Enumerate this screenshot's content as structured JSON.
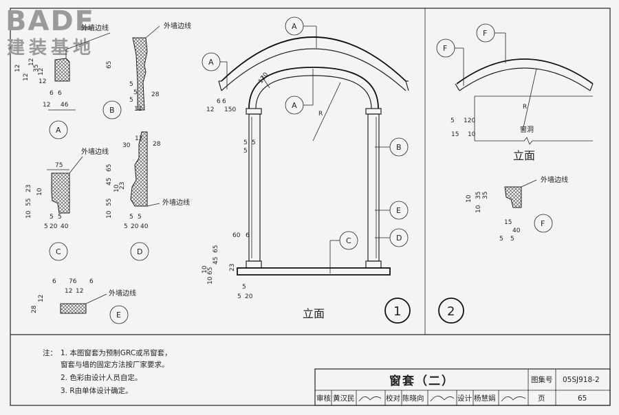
{
  "brand": {
    "logo_text": "BADE",
    "logo_sub": "建装基地"
  },
  "labels": {
    "outer_wall": "外墙边线",
    "elevation": "立面",
    "window_opening": "窗洞",
    "radius": "R"
  },
  "sections": {
    "A": {
      "tag": "A",
      "dims": [
        "12",
        "12",
        "12",
        "35",
        "12",
        "6",
        "6",
        "12",
        "12",
        "46"
      ]
    },
    "B": {
      "tag": "B",
      "dims": [
        "65",
        "5",
        "5",
        "5",
        "28",
        "12"
      ]
    },
    "C": {
      "tag": "C",
      "dims": [
        "75",
        "23",
        "10",
        "55",
        "10",
        "5",
        "5",
        "5",
        "20",
        "40"
      ]
    },
    "D": {
      "tag": "D",
      "dims": [
        "30",
        "12",
        "28",
        "65",
        "45",
        "23",
        "10",
        "55",
        "10",
        "5",
        "5",
        "5",
        "20",
        "40"
      ]
    },
    "E": {
      "tag": "E",
      "dims": [
        "6",
        "76",
        "6",
        "12",
        "12",
        "28",
        "12"
      ]
    },
    "F": {
      "tag": "F",
      "dims": [
        "10",
        "35",
        "10",
        "35",
        "15",
        "5",
        "5",
        "40"
      ]
    }
  },
  "elev1": {
    "number": "1",
    "dims": [
      "12",
      "6",
      "6",
      "150",
      "120",
      "5",
      "5",
      "5",
      "60",
      "6",
      "65",
      "45",
      "10",
      "65",
      "23",
      "10",
      "5",
      "5",
      "20"
    ]
  },
  "elev2": {
    "number": "2",
    "dims": [
      "5",
      "120",
      "15",
      "10"
    ]
  },
  "notes": {
    "label": "注：",
    "items": [
      "1.  本图窗套为预制GRC或吊窗套，",
      "     窗套与墙的固定方法按厂家要求。",
      "2.  色彩由设计人员自定。",
      "3.  R由单体设计确定。"
    ]
  },
  "titleblock": {
    "title": "窗套（二）",
    "atlas_label": "图集号",
    "atlas_no": "05SJ918-2",
    "review_label": "审核",
    "reviewer": "黄汉民",
    "check_label": "校对",
    "checker": "陈晓向",
    "design_label": "设计",
    "designer": "杨慧娟",
    "page_label": "页",
    "page_no": "65"
  }
}
